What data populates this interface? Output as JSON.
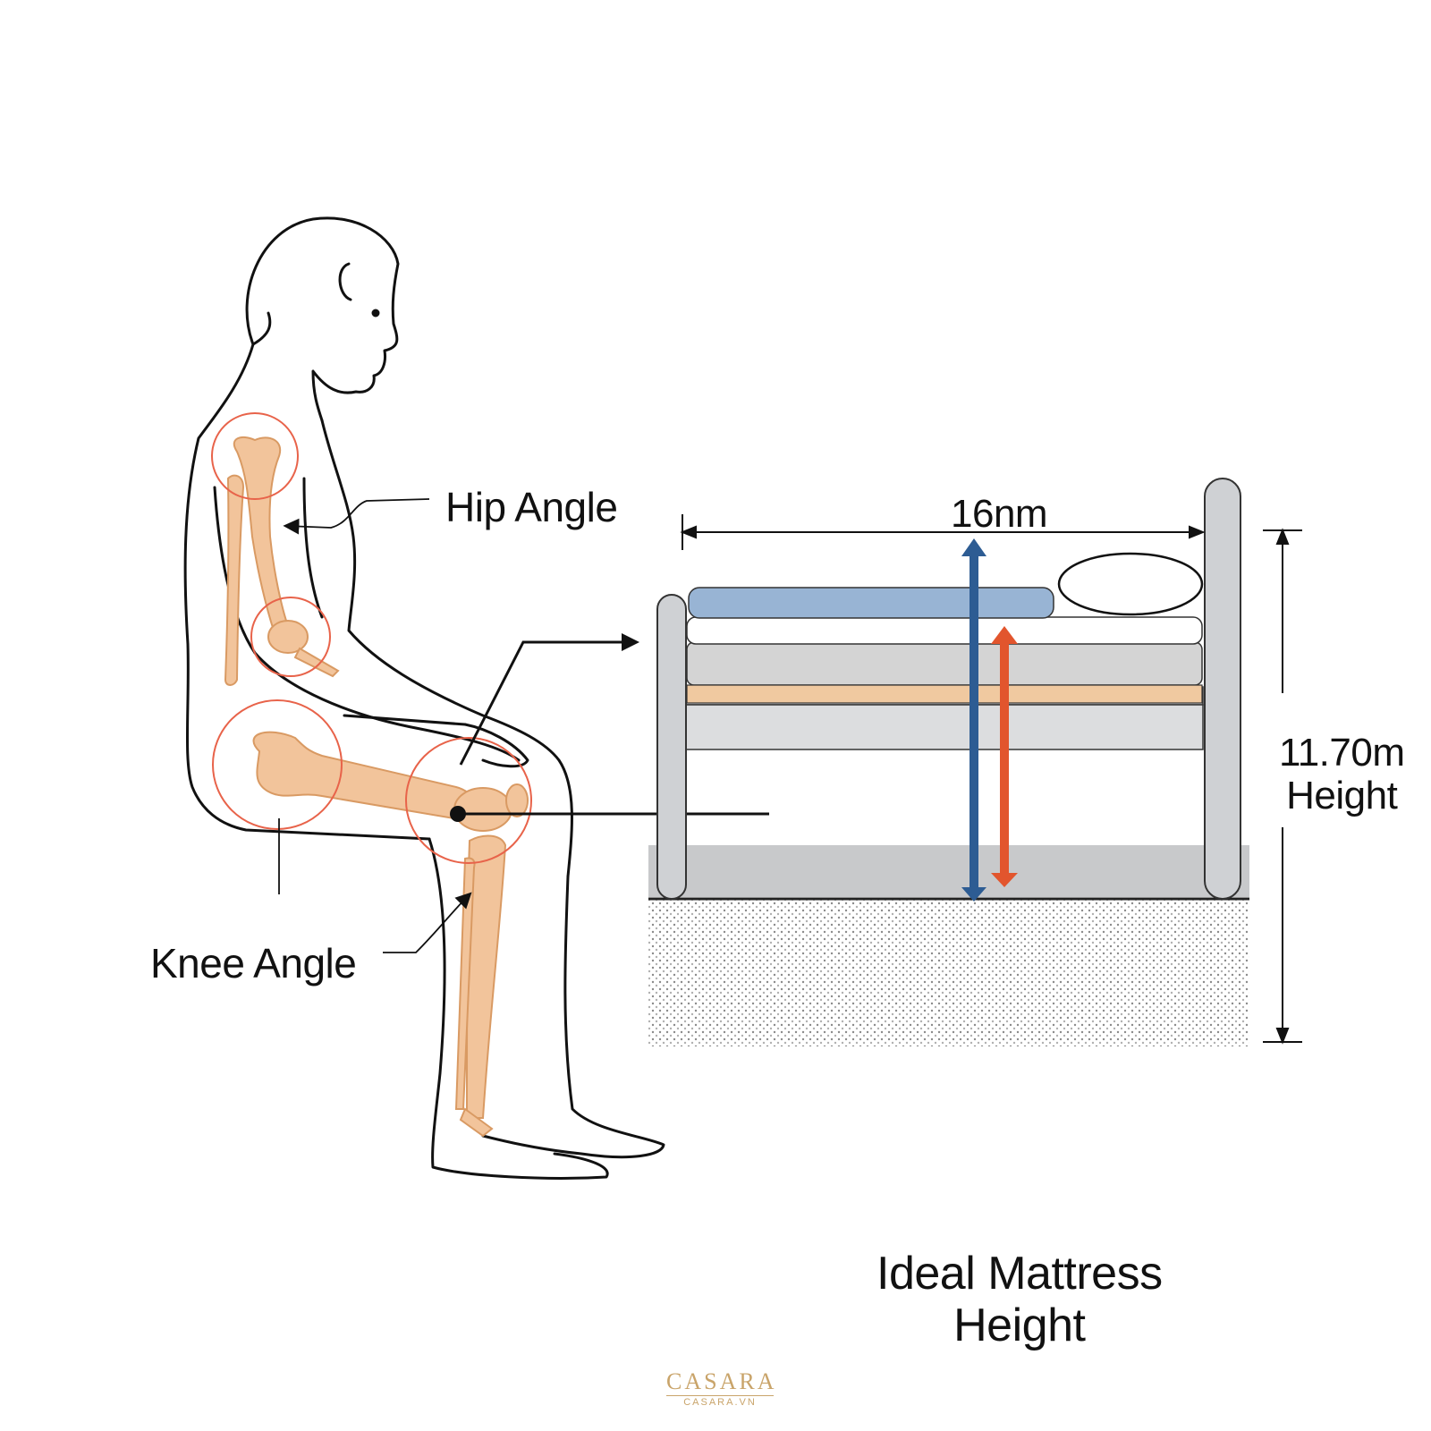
{
  "labels": {
    "hip_angle": "Hip Angle",
    "knee_angle": "Knee Angle",
    "width": "16nm",
    "height_value": "11.70m",
    "height_word": "Height",
    "title_line1": "Ideal Mattress",
    "title_line2": "Height"
  },
  "logo": {
    "main": "CASARA",
    "sub": "CASARA.VN"
  },
  "colors": {
    "outline": "#111111",
    "bone": "#f2c49b",
    "bone_stroke": "#d99a63",
    "joint_ring": "#e8634a",
    "mattress_blue": "#98b4d4",
    "mattress_tan": "#f0c9a0",
    "mattress_grey": "#d4d4d4",
    "frame_grey": "#cfd1d4",
    "arrow_blue": "#2d5c93",
    "arrow_orange": "#e2552d",
    "logo_gold": "#c9a46a"
  },
  "icons": [
    "seated-person-illustration",
    "bed-illustration",
    "casara-logo"
  ]
}
